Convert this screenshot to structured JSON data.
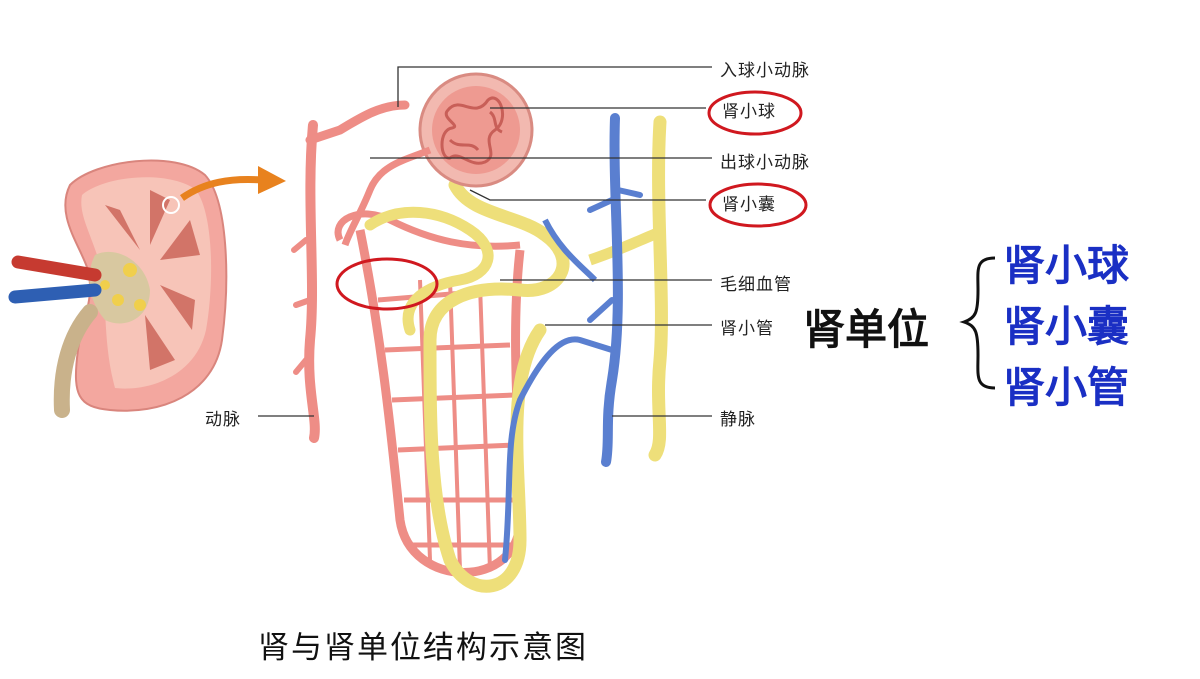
{
  "labels": {
    "afferent_arteriole": "入球小动脉",
    "glomerulus": "肾小球",
    "efferent_arteriole": "出球小动脉",
    "bowman_capsule": "肾小囊",
    "capillary": "毛细血管",
    "renal_tubule": "肾小管",
    "artery": "动脉",
    "vein": "静脉"
  },
  "summary": {
    "heading": "肾单位",
    "parts": [
      "肾小球",
      "肾小囊",
      "肾小管"
    ]
  },
  "caption": "肾与肾单位结构示意图",
  "colors": {
    "highlight_circle": "#d0181f",
    "summary_parts": "#1a2fc4",
    "arrow": "#e8821e",
    "artery": "#ee8d86",
    "vein": "#5a7fd0",
    "tubule": "#eedf7a"
  }
}
